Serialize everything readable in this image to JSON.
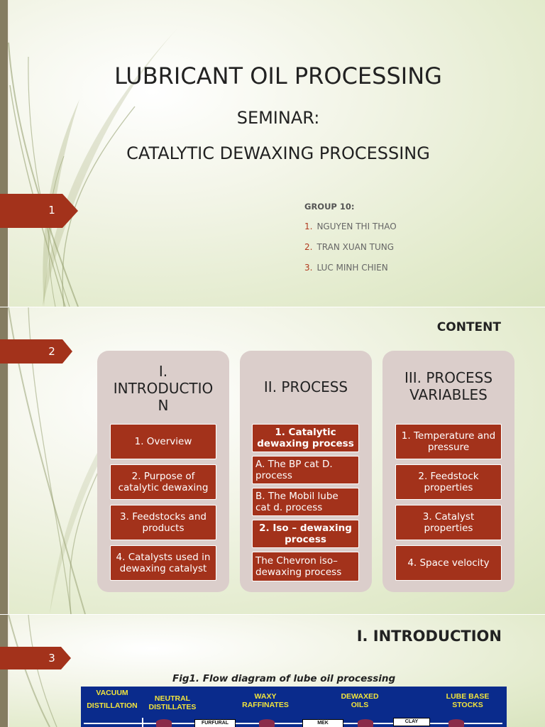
{
  "slides": [
    {
      "number": "1",
      "title": "LUBRICANT OIL PROCESSING",
      "subtitle": "SEMINAR:",
      "subtitle2": "CATALYTIC DEWAXING PROCESSING",
      "group_label": "GROUP 10:",
      "members": [
        {
          "num": "1.",
          "name": "NGUYEN THI THAO"
        },
        {
          "num": "2.",
          "name": "TRAN XUAN TUNG"
        },
        {
          "num": "3.",
          "name": "LUC MINH CHIEN"
        }
      ]
    },
    {
      "number": "2",
      "heading": "CONTENT",
      "columns": [
        {
          "title": "I. INTRODUCTIO N",
          "title_lines": [
            "I.",
            "INTRODUCTIO",
            "N"
          ],
          "items": [
            "1. Overview",
            "2. Purpose of catalytic dewaxing",
            "3. Feedstocks and products",
            "4. Catalysts used in dewaxing catalyst"
          ]
        },
        {
          "title": "II. PROCESS",
          "items": [
            "1. Catalytic dewaxing process",
            "A. The BP cat D. process",
            "B. The Mobil lube cat d. process",
            "2. Iso – dewaxing process",
            "The Chevron iso–dewaxing process"
          ]
        },
        {
          "title": "III. PROCESS VARIABLES",
          "title_lines": [
            "III. PROCESS",
            "VARIABLES"
          ],
          "items": [
            "1. Temperature and pressure",
            "2. Feedstock properties",
            "3. Catalyst properties",
            "4. Space velocity"
          ]
        }
      ]
    },
    {
      "number": "3",
      "heading": "I. INTRODUCTION",
      "figure_caption": "Fig1. Flow diagram of lube oil processing",
      "diagram": {
        "labels": [
          "VACUUM",
          "DISTILLATION",
          "NEUTRAL DISTILLATES",
          "WAXY RAFFINATES",
          "DEWAXED OILS",
          "LUBE BASE STOCKS"
        ],
        "units": [
          "FURFURAL",
          "MEK",
          "CLAY"
        ]
      }
    }
  ],
  "colors": {
    "accent": "#a3321b",
    "column_bg": "#dbcecb",
    "diagram_bg": "#0a2b8c",
    "diagram_text": "#f2e43c"
  }
}
